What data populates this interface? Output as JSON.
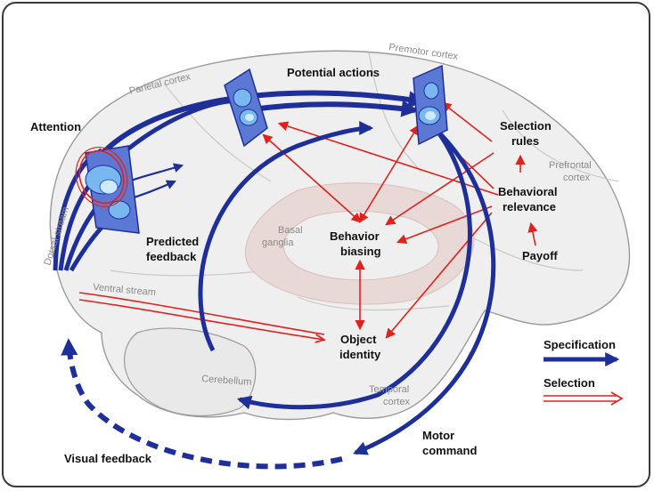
{
  "labels": {
    "premotor_cortex": "Premotor cortex",
    "parietal_cortex": "Parietal cortex",
    "potential_actions": "Potential actions",
    "attention": "Attention",
    "selection_rules_1": "Selection",
    "selection_rules_2": "rules",
    "prefrontal_1": "Prefrontal",
    "prefrontal_2": "cortex",
    "behavioral_relevance_1": "Behavioral",
    "behavioral_relevance_2": "relevance",
    "payoff": "Payoff",
    "basal_ganglia_1": "Basal",
    "basal_ganglia_2": "ganglia",
    "behavior_biasing_1": "Behavior",
    "behavior_biasing_2": "biasing",
    "predicted_feedback_1": "Predicted",
    "predicted_feedback_2": "feedback",
    "dorsal_stream": "Dorsal stream",
    "ventral_stream": "Ventral stream",
    "object_identity_1": "Object",
    "object_identity_2": "identity",
    "cerebellum": "Cerebellum",
    "temporal_cortex_1": "Temporal",
    "temporal_cortex_2": "cortex",
    "motor_command_1": "Motor",
    "motor_command_2": "command",
    "visual_feedback": "Visual feedback"
  },
  "legend": {
    "specification": "Specification",
    "selection": "Selection"
  },
  "colors": {
    "specification_blue": "#1f2f9a",
    "selection_red": "#e0221d",
    "brain_fill": "#efefef",
    "basal_ganglia_fill": "#e8d8d6"
  }
}
